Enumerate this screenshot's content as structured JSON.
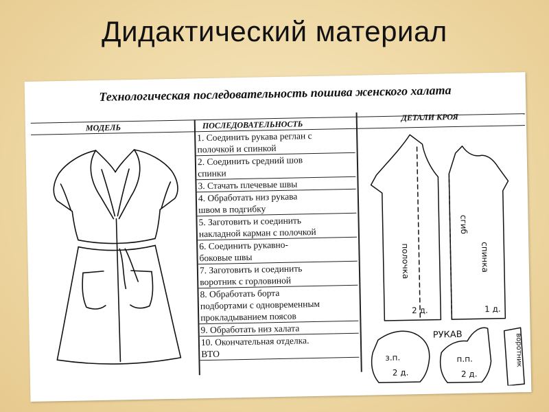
{
  "slide": {
    "title": "Дидактический материал"
  },
  "document": {
    "title": "Технологическая последовательность пошива женского халата",
    "columns": {
      "model": "МОДЕЛЬ",
      "sequence": "ПОСЛЕДОВАТЕЛЬНОСТЬ",
      "parts": "ДЕТАЛИ КРОЯ"
    },
    "steps": [
      {
        "lines": [
          "1. Соединить рукава реглан с",
          "полочкой и спинкой"
        ]
      },
      {
        "lines": [
          "2. Соединить средний шов",
          "спинки"
        ]
      },
      {
        "lines": [
          "3. Стачать плечевые швы"
        ]
      },
      {
        "lines": [
          "4. Обработать низ рукава",
          "швом в подгибку"
        ]
      },
      {
        "lines": [
          "5. Заготовить и соединить",
          "накладной карман с полочкой"
        ]
      },
      {
        "lines": [
          "6. Соединить рукавно-",
          "боковые швы"
        ]
      },
      {
        "lines": [
          "7. Заготовить и соединить",
          "воротник с горловиной"
        ]
      },
      {
        "lines": [
          "8. Обработать борта",
          "подбортами с одновременным",
          "прокладыванием поясов"
        ]
      },
      {
        "lines": [
          "9. Обработать низ халата"
        ]
      },
      {
        "lines": [
          "10. Окончательная отделка.",
          "ВТО"
        ]
      }
    ],
    "pattern_labels": {
      "front": "полочка",
      "front_count": "2 д.",
      "back": "спинка",
      "back_count": "1 д.",
      "back_fold": "сгиб",
      "sleeve": "РУКАВ",
      "sleeve_back": "з.п.",
      "sleeve_back_count": "2 д.",
      "sleeve_front": "п.п.",
      "sleeve_front_count": "2 д.",
      "collar": "воротник"
    }
  },
  "colors": {
    "background": "#efd9a6",
    "paper": "#ffffff",
    "ink": "#111111"
  }
}
